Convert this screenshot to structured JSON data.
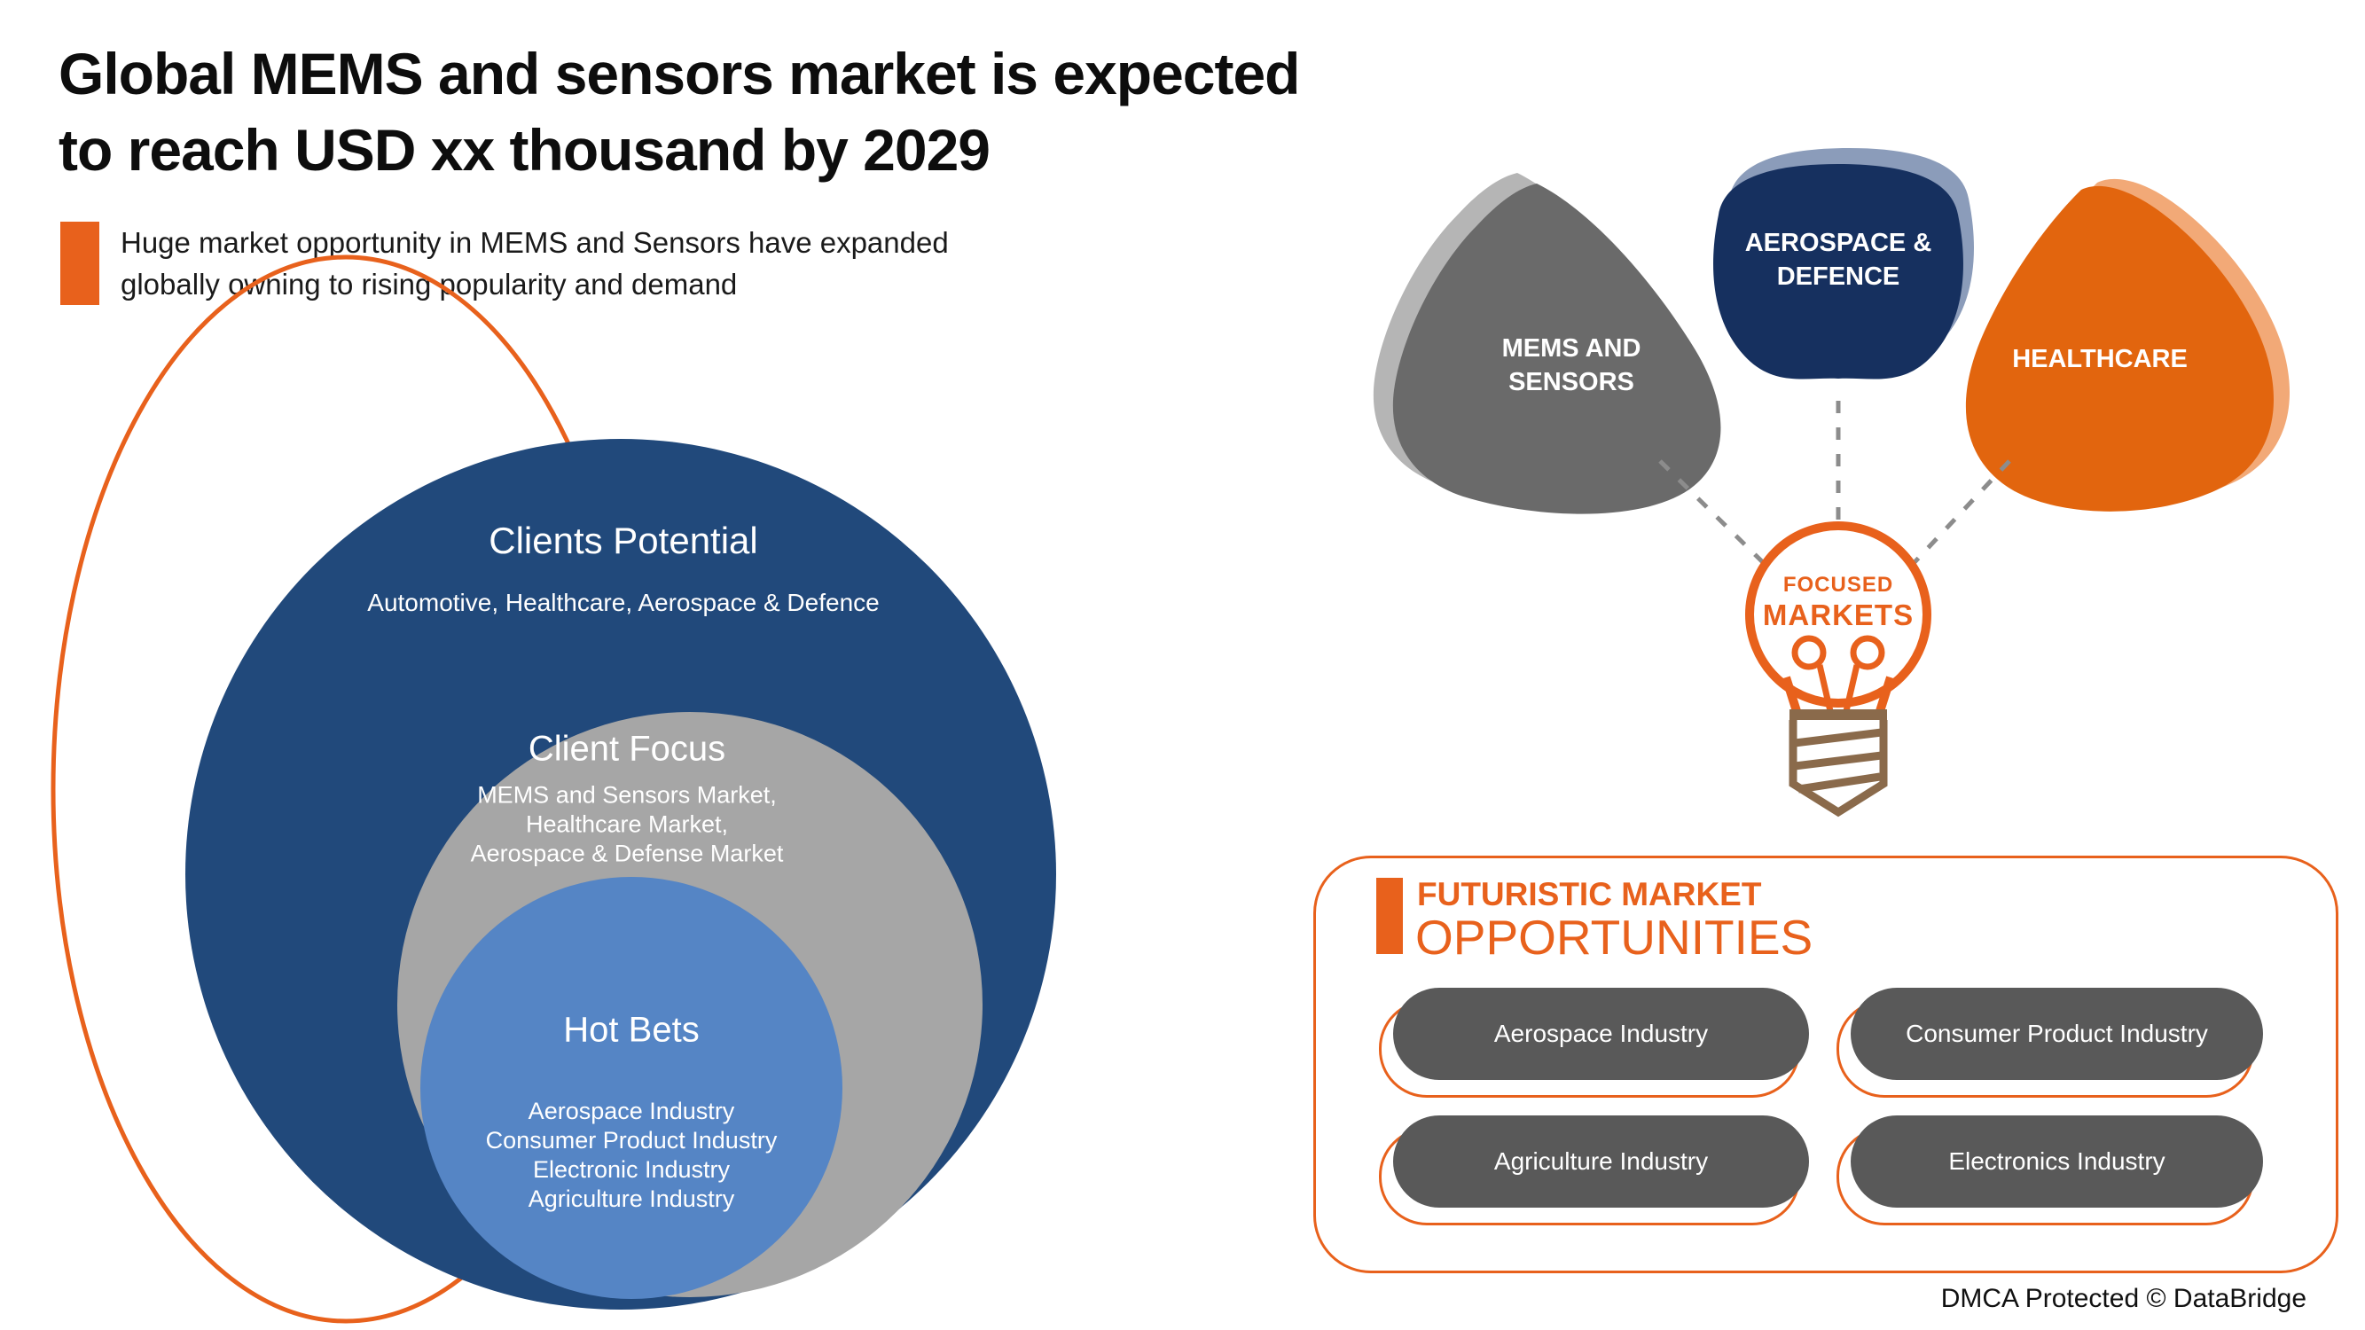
{
  "header": {
    "title_line1": "Global MEMS and sensors market is expected",
    "title_line2": "to reach USD xx thousand by 2029",
    "subtitle_line1": "Huge market opportunity in MEMS and Sensors have expanded",
    "subtitle_line2": "globally owning to rising popularity and demand"
  },
  "venn": {
    "outer": {
      "title": "Clients Potential",
      "subtitle": "Automotive, Healthcare, Aerospace & Defence"
    },
    "middle": {
      "title": "Client Focus",
      "items": [
        "MEMS and Sensors Market,",
        "Healthcare Market,",
        "Aerospace & Defense Market"
      ]
    },
    "inner": {
      "title": "Hot Bets",
      "items": [
        "Aerospace Industry",
        "Consumer Product Industry",
        "Electronic Industry",
        "Agriculture Industry"
      ]
    }
  },
  "focused_markets": {
    "segments": [
      {
        "id": "mems-and-sensors",
        "lines": [
          "MEMS AND",
          "SENSORS"
        ]
      },
      {
        "id": "aerospace-defence",
        "lines": [
          "AEROSPACE &",
          "DEFENCE"
        ]
      },
      {
        "id": "healthcare",
        "lines": [
          "HEALTHCARE",
          ""
        ]
      }
    ],
    "bulb_line1": "FOCUSED",
    "bulb_line2": "MARKETS"
  },
  "opportunities": {
    "heading_line1": "FUTURISTIC MARKET",
    "heading_line2": "OPPORTUNITIES",
    "pills": [
      "Aerospace Industry",
      "Consumer Product Industry",
      "Agriculture Industry",
      "Electronics Industry"
    ]
  },
  "footer": {
    "copyright": "DMCA Protected © DataBridge"
  },
  "colors": {
    "accent_orange": "#e8611c",
    "navy_circle": "#21497b",
    "gray_circle": "#a6a6a6",
    "blue_circle": "#5585c5",
    "segment_gray": "#6a6a6a",
    "segment_navy": "#16305f",
    "segment_orange": "#e2650e",
    "pill_gray": "#595959",
    "bulb_base_brown": "#8a6a4b"
  }
}
